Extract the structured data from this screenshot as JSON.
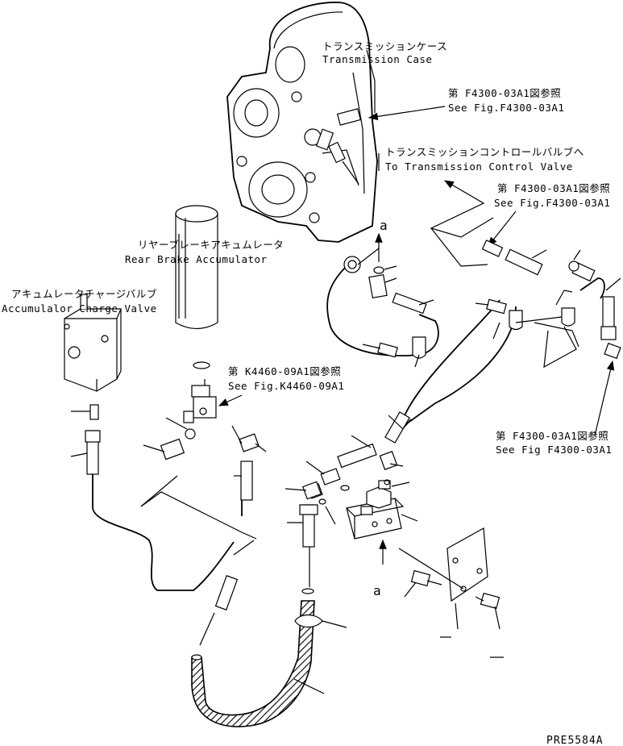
{
  "labels": {
    "transmission_case_jp": "トランスミッションケース",
    "transmission_case_en": "Transmission Case",
    "ref1_jp": "第 F4300-03A1図参照",
    "ref1_en": "See Fig.F4300-03A1",
    "control_valve_jp": "トランスミッションコントロールバルブへ",
    "control_valve_en": "To Transmission Control Valve",
    "ref2_jp": "第 F4300-03A1図参照",
    "ref2_en": "See Fig.F4300-03A1",
    "rear_brake_jp": "リヤーブレーキアキュムレータ",
    "rear_brake_en": "Rear Brake Accumulator",
    "charge_valve_jp": "アキュムレータチャージバルブ",
    "charge_valve_en": "Accumulalor Charge Valve",
    "ref3_jp": "第 K4460-09A1図参照",
    "ref3_en": "See Fig.K4460-09A1",
    "ref4_jp": "第 F4300-03A1図参照",
    "ref4_en": "See Fig F4300-03A1",
    "marker_a_top": "a",
    "marker_a_bottom": "a",
    "drawing_code": "PRE5584A"
  }
}
